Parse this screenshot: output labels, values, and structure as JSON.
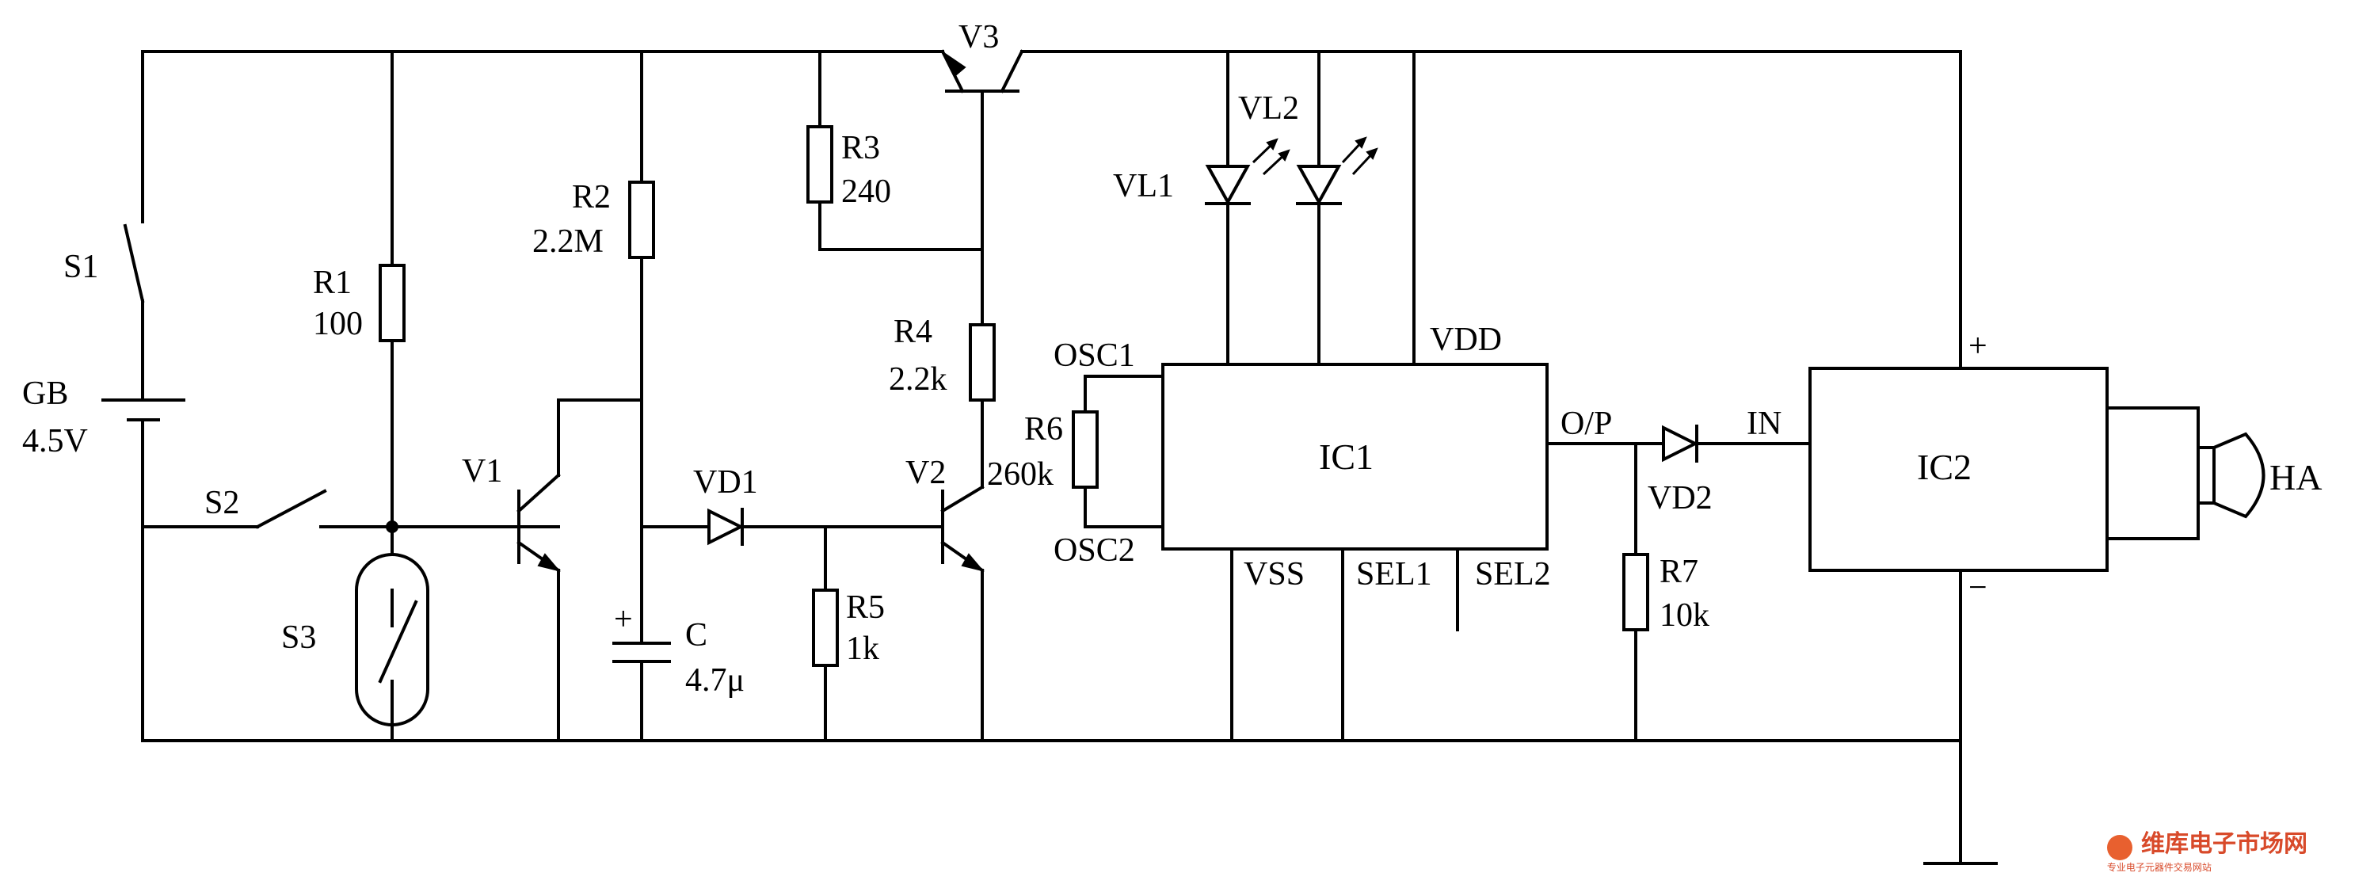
{
  "labels": {
    "s1": "S1",
    "gb": "GB",
    "gb_value": "4.5V",
    "s2": "S2",
    "s3": "S3",
    "r1": "R1",
    "r1_value": "100",
    "r2": "R2",
    "r2_value": "2.2M",
    "r3": "R3",
    "r3_value": "240",
    "r4": "R4",
    "r4_value": "2.2k",
    "r5": "R5",
    "r5_value": "1k",
    "r6": "R6",
    "r6_value": "260k",
    "r7": "R7",
    "r7_value": "10k",
    "c": "C",
    "c_value": "4.7μ",
    "c_plus": "+",
    "v1": "V1",
    "v2": "V2",
    "v3": "V3",
    "vd1": "VD1",
    "vd2": "VD2",
    "vl1": "VL1",
    "vl2": "VL2",
    "ic1": "IC1",
    "ic2": "IC2",
    "osc1": "OSC1",
    "osc2": "OSC2",
    "vdd": "VDD",
    "vss": "VSS",
    "sel1": "SEL1",
    "sel2": "SEL2",
    "op": "O/P",
    "in": "IN",
    "ic2_plus": "+",
    "ic2_minus": "−",
    "ha": "HA"
  },
  "watermark": {
    "main": "维库电子市场网",
    "sub": "专业电子元器件交易网站"
  }
}
